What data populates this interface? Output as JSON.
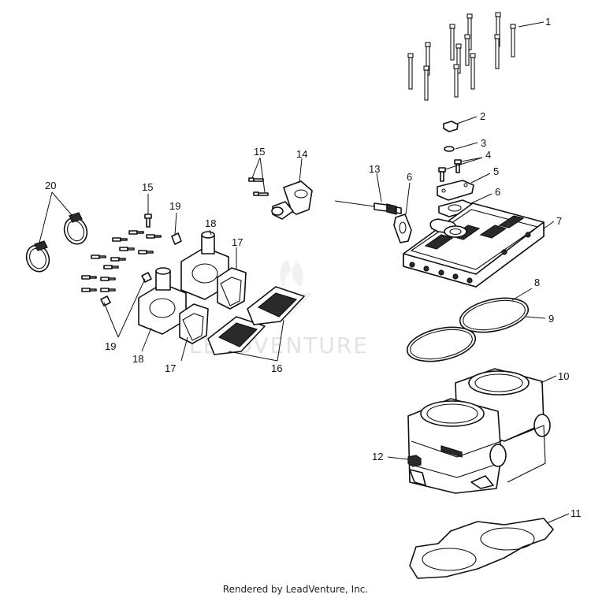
{
  "callouts": {
    "c1": "1",
    "c2": "2",
    "c3": "3",
    "c4": "4",
    "c5": "5",
    "c6a": "6",
    "c6b": "6",
    "c7": "7",
    "c8": "8",
    "c9": "9",
    "c10": "10",
    "c11": "11",
    "c12": "12",
    "c13": "13",
    "c14": "14",
    "c15a": "15",
    "c15b": "15",
    "c16": "16",
    "c17a": "17",
    "c17b": "17",
    "c18a": "18",
    "c18b": "18",
    "c19a": "19",
    "c19b": "19",
    "c20": "20"
  },
  "watermark": "LEADVENTURE",
  "footer": "Rendered by LeadVenture, Inc."
}
